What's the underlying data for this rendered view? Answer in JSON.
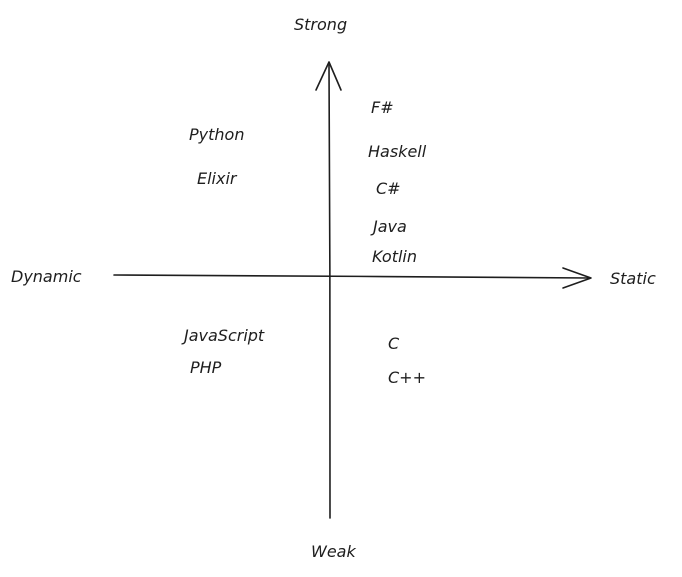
{
  "axes": {
    "top": "Strong",
    "bottom": "Weak",
    "left": "Dynamic",
    "right": "Static"
  },
  "languages": {
    "fsharp": "F#",
    "haskell": "Haskell",
    "csharp": "C#",
    "java": "Java",
    "kotlin": "Kotlin",
    "python": "Python",
    "elixir": "Elixir",
    "javascript": "JavaScript",
    "php": "PHP",
    "c": "C",
    "cpp": "C++"
  }
}
